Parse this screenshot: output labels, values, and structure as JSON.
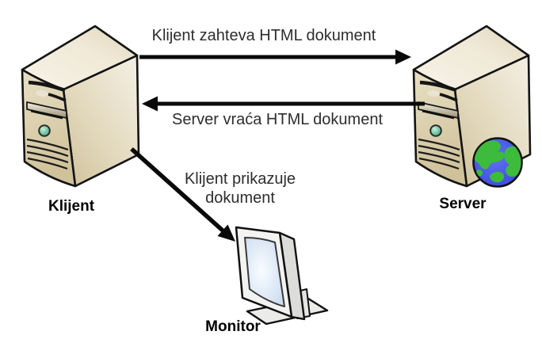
{
  "nodes": {
    "client": {
      "label": "Klijent",
      "icon": "computer-tower-icon"
    },
    "server": {
      "label": "Server",
      "icon": "computer-tower-globe-icon"
    },
    "monitor": {
      "label": "Monitor",
      "icon": "monitor-icon"
    }
  },
  "edges": [
    {
      "id": "request",
      "from": "client",
      "to": "server",
      "direction": "right",
      "label": "Klijent zahteva HTML dokument"
    },
    {
      "id": "response",
      "from": "server",
      "to": "client",
      "direction": "left",
      "label": "Server vraća HTML dokument"
    },
    {
      "id": "display",
      "from": "client",
      "to": "monitor",
      "direction": "down-right",
      "label": "Klijent prikazuje dokument"
    }
  ],
  "colors": {
    "background": "#ffffff",
    "arrow": "#0a0a0a",
    "edge-label": "#2d2d2d",
    "node-label": "#000000",
    "tower-front": "#d7caa5",
    "tower-side": "#e9e0c8",
    "tower-top": "#f1ebdb",
    "power-button": "#6fc7a2",
    "globe-ocean": "#3a4ce0",
    "globe-land": "#3dbb3d",
    "screen": "#d8e6f6",
    "monitor-body": "#f3f3f1"
  }
}
